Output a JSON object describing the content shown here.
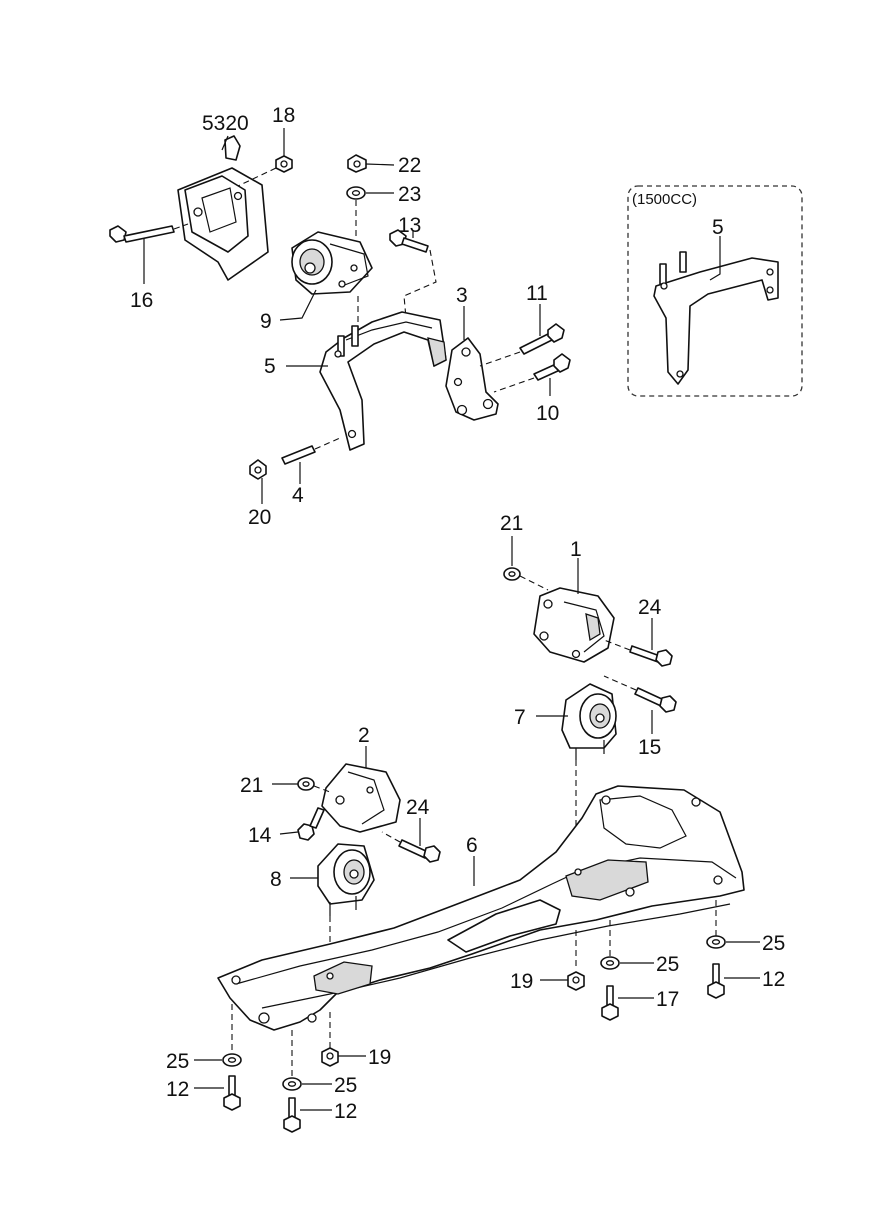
{
  "diagram": {
    "variant_note": "(1500CC)",
    "labels": {
      "p5320": "5320",
      "p18": "18",
      "p22": "22",
      "p23": "23",
      "p13": "13",
      "p16": "16",
      "p9": "9",
      "p5a": "5",
      "p3": "3",
      "p11": "11",
      "p10": "10",
      "p4": "4",
      "p20": "20",
      "p5b": "5",
      "p21a": "21",
      "p1": "1",
      "p24a": "24",
      "p7": "7",
      "p15": "15",
      "p2": "2",
      "p21b": "21",
      "p24b": "24",
      "p14": "14",
      "p6": "6",
      "p8": "8",
      "p25a": "25",
      "p25b": "25",
      "p12a": "12",
      "p19a": "19",
      "p17": "17",
      "p25c": "25",
      "p12b": "12",
      "p19b": "19",
      "p25d": "25",
      "p12c": "12"
    }
  }
}
